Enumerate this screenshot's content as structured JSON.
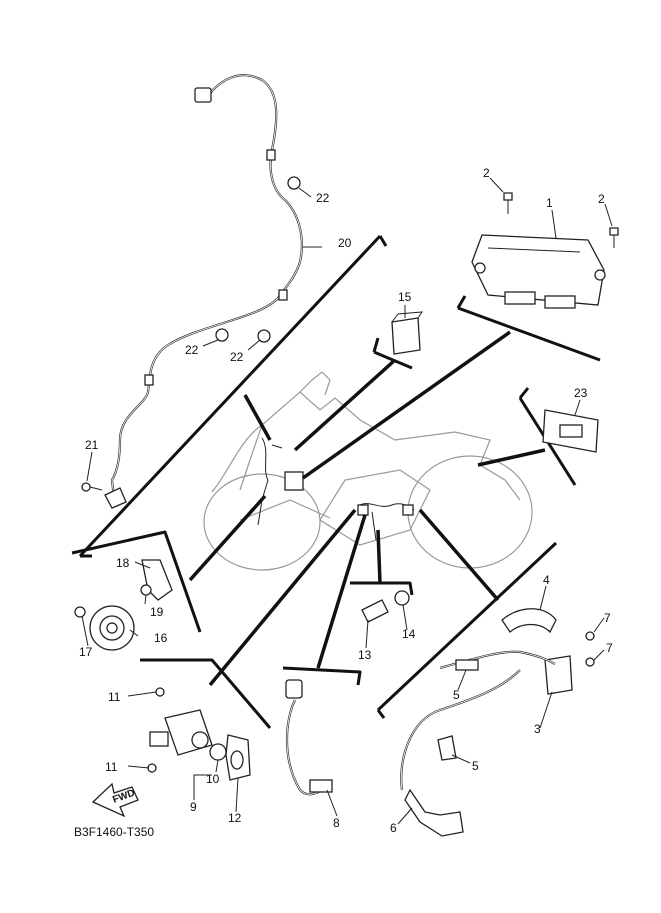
{
  "diagram_code": "B3F1460-T350",
  "fwd_label": "FWD",
  "callouts": {
    "c1": "1",
    "c2a": "2",
    "c2b": "2",
    "c3": "3",
    "c4": "4",
    "c5a": "5",
    "c5b": "5",
    "c6": "6",
    "c7a": "7",
    "c7b": "7",
    "c8": "8",
    "c9": "9",
    "c10": "10",
    "c11a": "11",
    "c11b": "11",
    "c12": "12",
    "c13": "13",
    "c14": "14",
    "c15": "15",
    "c16": "16",
    "c17": "17",
    "c18": "18",
    "c19": "19",
    "c20": "20",
    "c21": "21",
    "c22a": "22",
    "c22b": "22",
    "c22c": "22",
    "c23": "23"
  }
}
